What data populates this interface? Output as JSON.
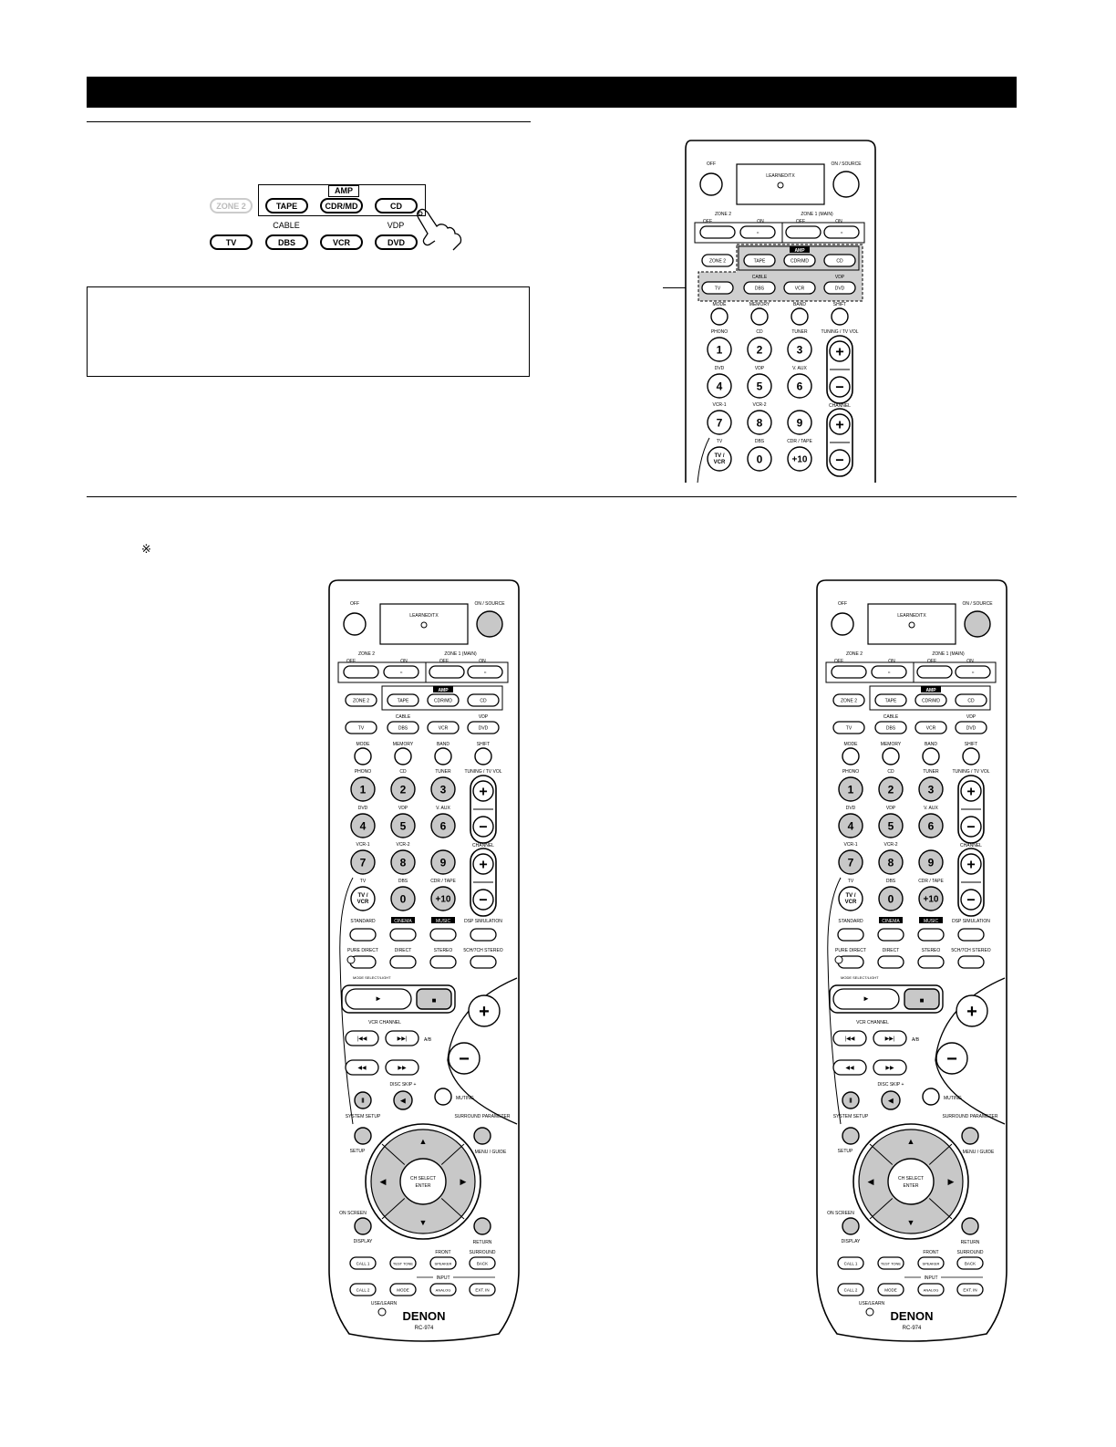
{
  "section_note": "※",
  "amp_group": {
    "label": "AMP",
    "buttons": [
      "TAPE",
      "CDR/MD",
      "CD"
    ],
    "ghost": "ZONE 2"
  },
  "source_row": {
    "labels_above": {
      "cable": "CABLE",
      "vdp": "VDP"
    },
    "buttons": [
      "TV",
      "DBS",
      "VCR",
      "DVD"
    ]
  },
  "remote": {
    "off": "OFF",
    "on_source": "ON / SOURCE",
    "learned_tx": "LEARNED/TX",
    "zone2": "ZONE 2",
    "zone1": "ZONE 1 (MAIN)",
    "off_small": "OFF",
    "on_small": "ON",
    "zone2_btn": "ZONE 2",
    "amp": "AMP",
    "tape": "TAPE",
    "cdrmd": "CDR/MD",
    "cd": "CD",
    "cable": "CABLE",
    "vdp": "VDP",
    "tv": "TV",
    "dbs": "DBS",
    "vcr": "VCR",
    "dvd": "DVD",
    "mode": "MODE",
    "memory": "MEMORY",
    "band": "BAND",
    "shift": "SHIFT",
    "phono": "PHONO",
    "cd_lbl": "CD",
    "tuner": "TUNER",
    "tuning": "TUNING / TV VOL",
    "dvd_lbl": "DVD",
    "vdp_lbl": "VDP",
    "vaux": "V. AUX",
    "vcr1": "VCR-1",
    "vcr2": "VCR-2",
    "channel": "CHANNEL",
    "tv_lbl": "TV",
    "dbs_lbl": "DBS",
    "cdrtape": "CDR / TAPE",
    "digits": [
      "1",
      "2",
      "3",
      "4",
      "5",
      "6",
      "7",
      "8",
      "9"
    ],
    "tvvcr": "TV / VCR",
    "zero": "0",
    "plus10": "+10",
    "standard": "STANDARD",
    "cinema": "CINEMA",
    "music": "MUSIC",
    "dsp": "DSP SIMULATION",
    "pure_direct": "PURE DIRECT",
    "direct": "DIRECT",
    "stereo": "STEREO",
    "ch5_7": "5CH/7CH STEREO",
    "mode_select": "MODE SELECT/LIGHT",
    "vcr_channel": "VCR CHANNEL",
    "ab": "A/B",
    "disc_skip": "DISC SKIP +",
    "muting": "MUTING",
    "system_setup": "SYSTEM SETUP",
    "setup": "SETUP",
    "surround_param": "SURROUND PARAMETER",
    "menu_guide": "MENU / GUIDE",
    "ch_select": "CH SELECT",
    "enter": "ENTER",
    "on_screen": "ON SCREEN",
    "display": "DISPLAY",
    "return": "RETURN",
    "front": "FRONT",
    "surround": "SURROUND",
    "call1": "CALL 1",
    "test_tone": "TEST TONE",
    "speaker": "SPEAKER",
    "back": "BACK",
    "input": "INPUT",
    "call2": "CALL 2",
    "mode_btn": "MODE",
    "analog": "ANALOG",
    "ext_in": "EXT. IN",
    "use_learn": "USE/LEARN",
    "brand": "DENON",
    "model": "RC-974"
  },
  "colors": {
    "ink": "#000000",
    "shade": "#c8c8c8",
    "dash_shade": "#cfcfcf",
    "paper": "#ffffff"
  }
}
